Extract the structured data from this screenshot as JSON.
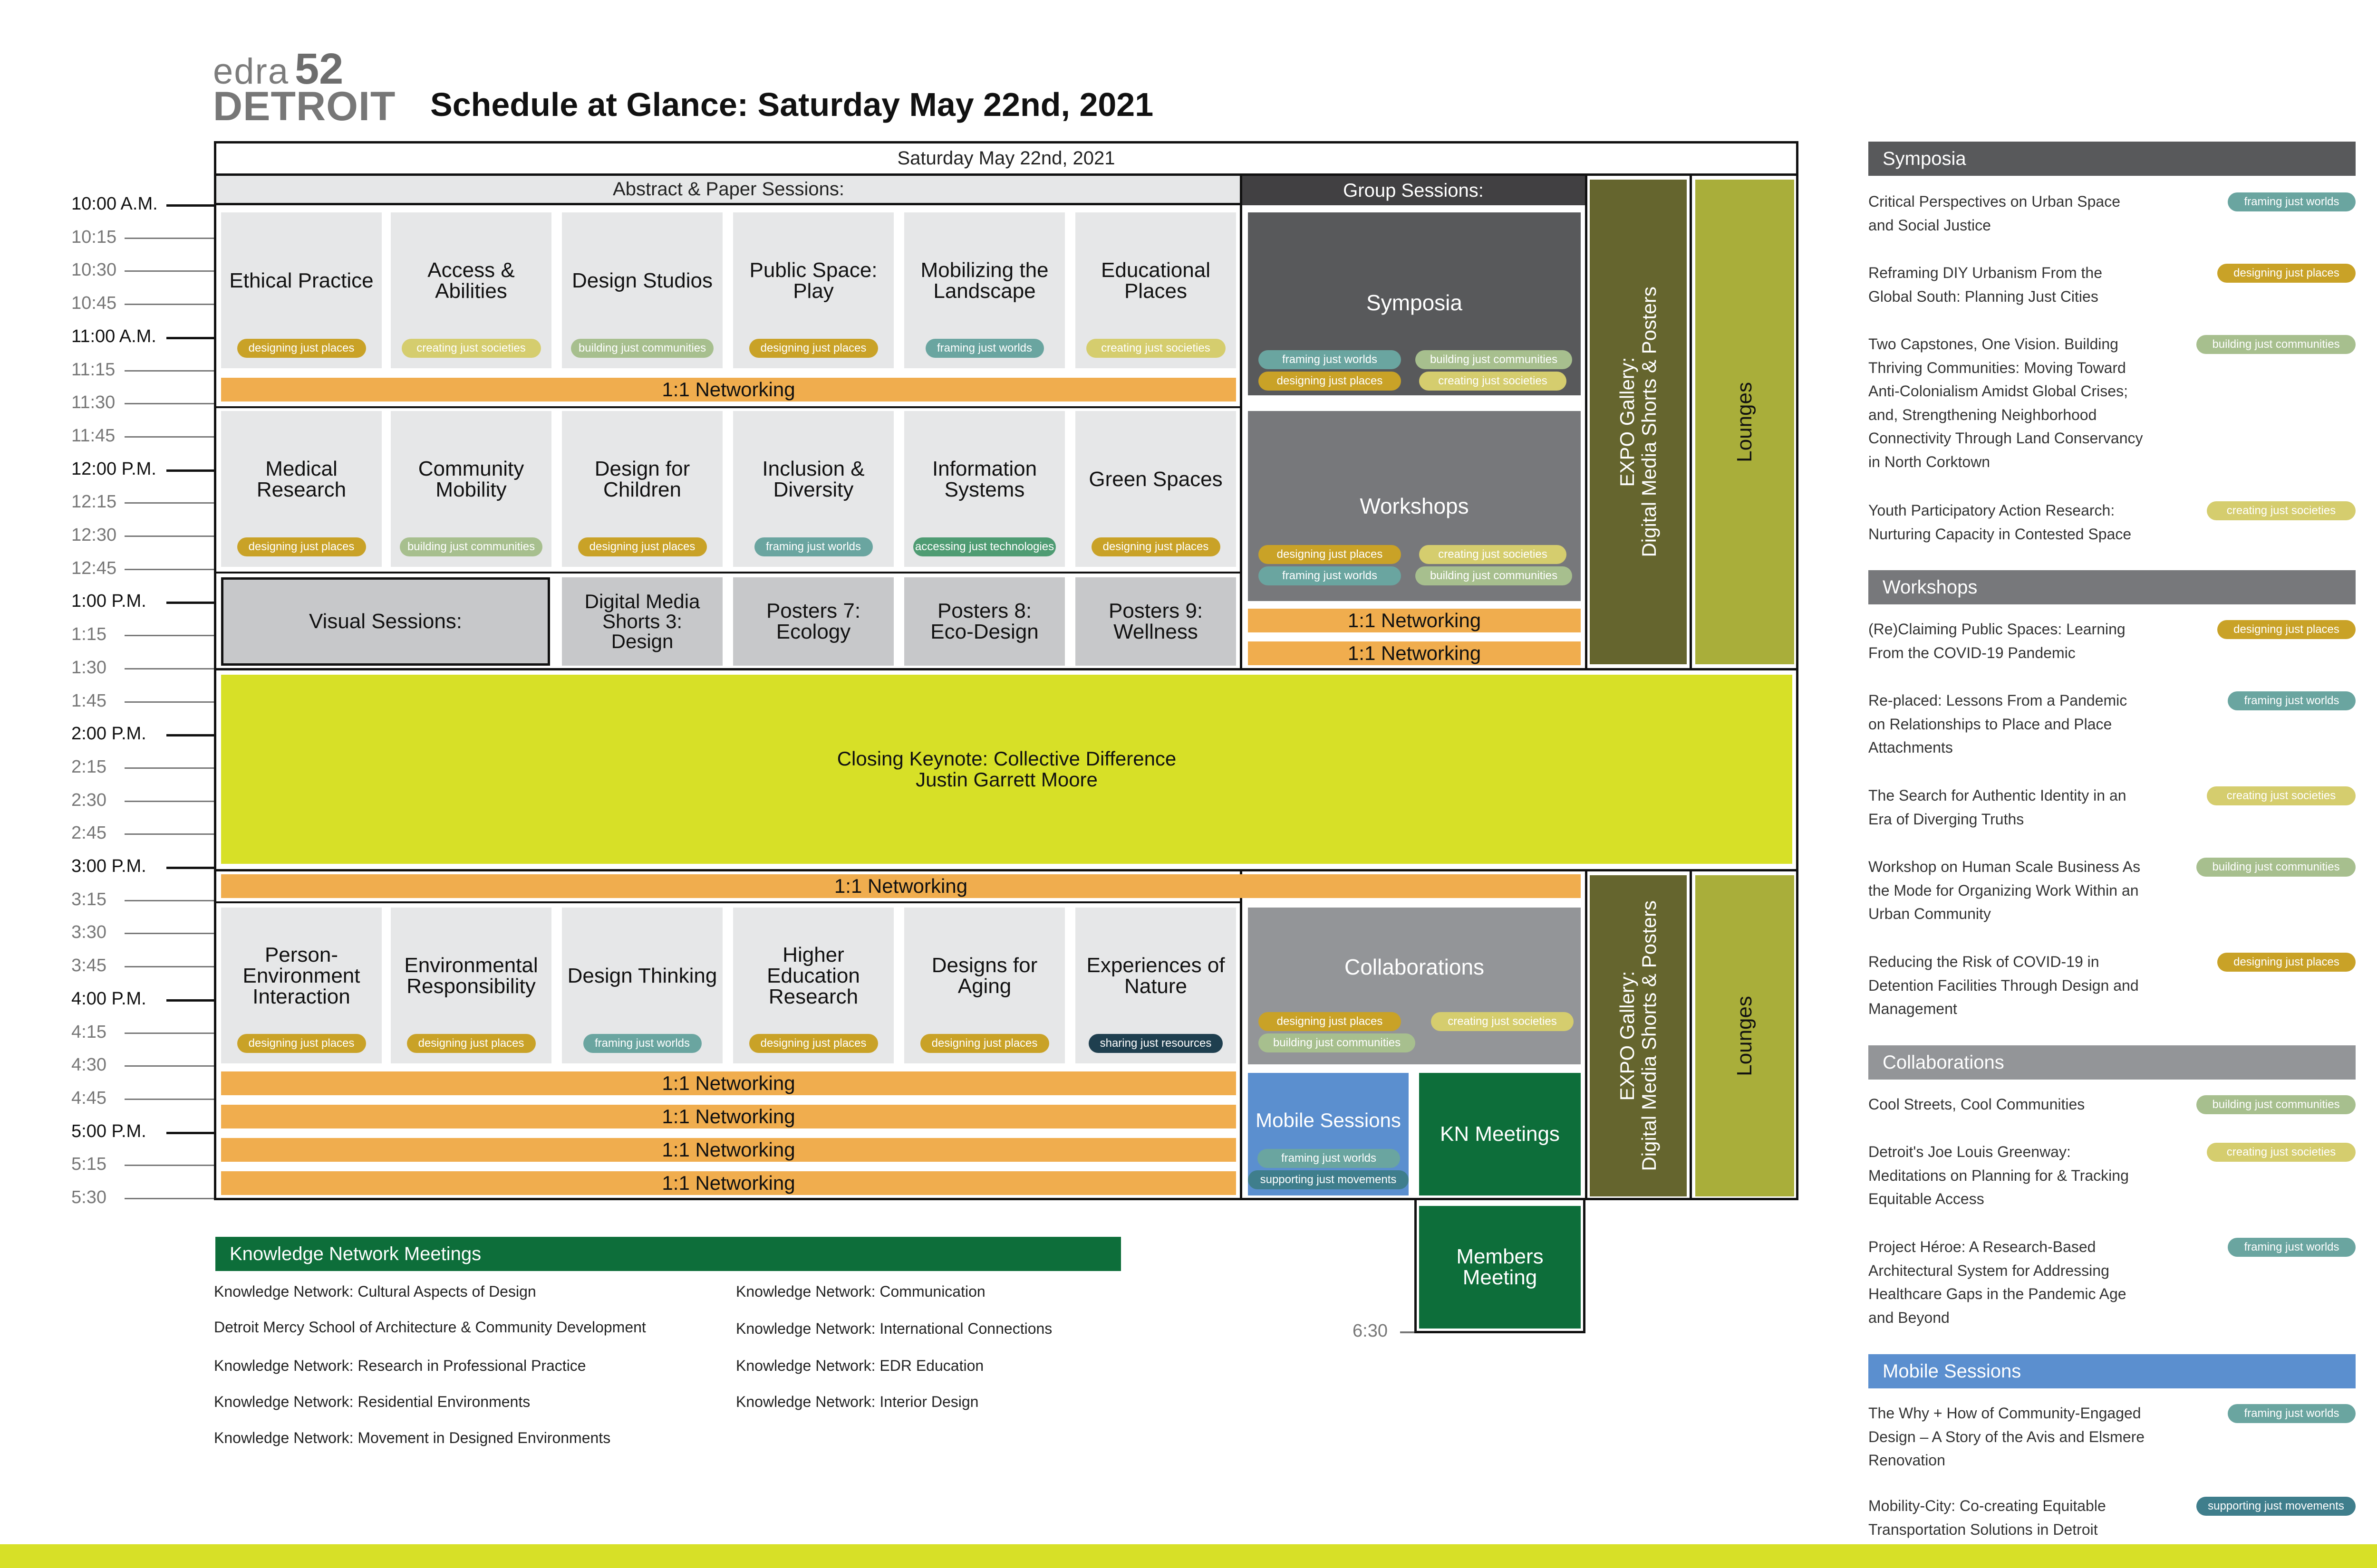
{
  "logo": {
    "edra": "edra",
    "number": "52",
    "city": "DETROIT"
  },
  "page_title": "Schedule at Glance: Saturday May 22nd, 2021",
  "grid": {
    "date_header": "Saturday May 22nd, 2021",
    "abstract_header": "Abstract & Paper Sessions:",
    "group_header": "Group Sessions:",
    "times": [
      "10:00 A.M.",
      "10:15",
      "10:30",
      "10:45",
      "11:00 A.M.",
      "11:15",
      "11:30",
      "11:45",
      "12:00 P.M.",
      "12:15",
      "12:30",
      "12:45",
      "1:00 P.M.",
      "1:15",
      "1:30",
      "1:45",
      "2:00 P.M.",
      "2:15",
      "2:30",
      "2:45",
      "3:00 P.M.",
      "3:15",
      "3:30",
      "3:45",
      "4:00 P.M.",
      "4:15",
      "4:30",
      "4:45",
      "5:00 P.M.",
      "5:15",
      "5:30"
    ],
    "end_time": "6:30",
    "row1": [
      {
        "label": "Ethical Practice",
        "tag": "designing just places"
      },
      {
        "label": "Access &\nAbilities",
        "tag": "creating just societies"
      },
      {
        "label": "Design Studios",
        "tag": "building just communities"
      },
      {
        "label": "Public Space:\nPlay",
        "tag": "designing just places"
      },
      {
        "label": "Mobilizing the\nLandscape",
        "tag": "framing just worlds"
      },
      {
        "label": "Educational\nPlaces",
        "tag": "creating just societies"
      }
    ],
    "row2": [
      {
        "label": "Medical\nResearch",
        "tag": "designing just places"
      },
      {
        "label": "Community\nMobility",
        "tag": "building just communities"
      },
      {
        "label": "Design for\nChildren",
        "tag": "designing just places"
      },
      {
        "label": "Inclusion &\nDiversity",
        "tag": "framing just worlds"
      },
      {
        "label": "Information\nSystems",
        "tag": "accessing just technologies"
      },
      {
        "label": "Green Spaces",
        "tag": "designing just places"
      }
    ],
    "row3": [
      {
        "label": "Visual Sessions:"
      },
      {
        "label": "Digital Media\nShorts 3:\nDesign"
      },
      {
        "label": "Posters 7:\nEcology"
      },
      {
        "label": "Posters 8:\nEco-Design"
      },
      {
        "label": "Posters 9:\nWellness"
      }
    ],
    "row4": [
      {
        "label": "Person-\nEnvironment\nInteraction",
        "tag": "designing just places"
      },
      {
        "label": "Environmental\nResponsibility",
        "tag": "designing just places"
      },
      {
        "label": "Design Thinking",
        "tag": "framing just worlds"
      },
      {
        "label": "Higher\nEducation\nResearch",
        "tag": "designing just places"
      },
      {
        "label": "Designs for\nAging",
        "tag": "designing just places"
      },
      {
        "label": "Experiences of\nNature",
        "tag": "sharing just resources"
      }
    ],
    "networking": "1:1 Networking",
    "symposia": {
      "label": "Symposia",
      "tags": [
        "framing just worlds",
        "building just communities",
        "designing just places",
        "creating just societies"
      ]
    },
    "workshops": {
      "label": "Workshops",
      "tags": [
        "designing just places",
        "creating just societies",
        "framing just worlds",
        "building just communities"
      ]
    },
    "collaborations": {
      "label": "Collaborations",
      "tags": [
        "designing just places",
        "creating just societies",
        "building just communities"
      ]
    },
    "mobile": {
      "label": "Mobile Sessions",
      "tags": [
        "framing just worlds",
        "supporting just movements"
      ]
    },
    "kn_meetings": "KN Meetings",
    "members_meeting": "Members\nMeeting",
    "expo": "EXPO Gallery:\nDigital Media Shorts & Posters",
    "lounges": "Lounges",
    "keynote": "Closing Keynote: Collective Difference\nJustin Garrett Moore"
  },
  "kn_section": {
    "title": "Knowledge Network Meetings",
    "left": [
      "Knowledge Network: Cultural Aspects of Design",
      "Detroit Mercy School of Architecture & Community Development",
      "Knowledge Network: Research in Professional Practice",
      "Knowledge Network: Residential Environments",
      "Knowledge Network: Movement in Designed Environments"
    ],
    "right": [
      "Knowledge Network: Communication",
      "Knowledge Network: International Connections",
      "Knowledge Network: EDR Education",
      "Knowledge Network: Interior Design"
    ]
  },
  "legend": {
    "symposia": {
      "title": "Symposia",
      "items": [
        {
          "text": "Critical Perspectives on Urban Space\nand Social Justice",
          "tag": "framing just worlds"
        },
        {
          "text": "Reframing DIY Urbanism From the\nGlobal South: Planning Just Cities",
          "tag": "designing just places"
        },
        {
          "text": "Two Capstones, One Vision. Building\nThriving Communities: Moving Toward\nAnti-Colonialism Amidst Global Crises;\nand, Strengthening Neighborhood\nConnectivity Through Land Conservancy\nin North Corktown",
          "tag": "building just communities"
        },
        {
          "text": "Youth Participatory Action Research:\nNurturing Capacity in Contested Space",
          "tag": "creating just societies"
        }
      ]
    },
    "workshops": {
      "title": "Workshops",
      "items": [
        {
          "text": "(Re)Claiming Public Spaces: Learning\nFrom the COVID-19 Pandemic",
          "tag": "designing just places"
        },
        {
          "text": "Re-placed: Lessons From a Pandemic\non Relationships to Place and Place\nAttachments",
          "tag": "framing just worlds"
        },
        {
          "text": "The Search for Authentic Identity in an\nEra of Diverging Truths",
          "tag": "creating just societies"
        },
        {
          "text": "Workshop on Human Scale Business As\nthe Mode for Organizing Work Within an\nUrban Community",
          "tag": "building just communities"
        },
        {
          "text": "Reducing the Risk of COVID-19 in\nDetention Facilities Through Design and\nManagement",
          "tag": "designing just places"
        }
      ]
    },
    "collaborations": {
      "title": "Collaborations",
      "items": [
        {
          "text": "Cool Streets, Cool Communities",
          "tag": "building just communities"
        },
        {
          "text": "Detroit's Joe Louis Greenway:\nMeditations on Planning for & Tracking\nEquitable Access",
          "tag": "creating just societies"
        },
        {
          "text": "Project Héroe: A Research-Based\nArchitectural System for Addressing\nHealthcare Gaps in the Pandemic Age\nand Beyond",
          "tag": "framing just worlds"
        }
      ]
    },
    "mobile": {
      "title": "Mobile Sessions",
      "items": [
        {
          "text": "The Why + How of Community-Engaged\nDesign – A Story of the Avis and Elsmere\nRenovation",
          "tag": "framing just worlds"
        },
        {
          "text": "Mobility-City: Co-creating Equitable\nTransportation Solutions in Detroit",
          "tag": "supporting just movements"
        }
      ]
    }
  },
  "colors": {
    "designing just places": "#c9a227",
    "creating just societies": "#d5cd6e",
    "building just communities": "#a7bf8e",
    "framing just worlds": "#6aa5a0",
    "accessing just technologies": "#4f9c73",
    "sharing just resources": "#1f3f4f",
    "supporting just movements": "#3f7e8c",
    "networking": "#f0ad4e",
    "keynote": "#d7e027",
    "expo": "#65652e",
    "lounges": "#a9ae3a",
    "kn_green": "#0d6e3a",
    "mobile_blue": "#5b8fcf",
    "symposia": "#58595b",
    "workshops": "#77787b",
    "collaborations": "#939598"
  }
}
